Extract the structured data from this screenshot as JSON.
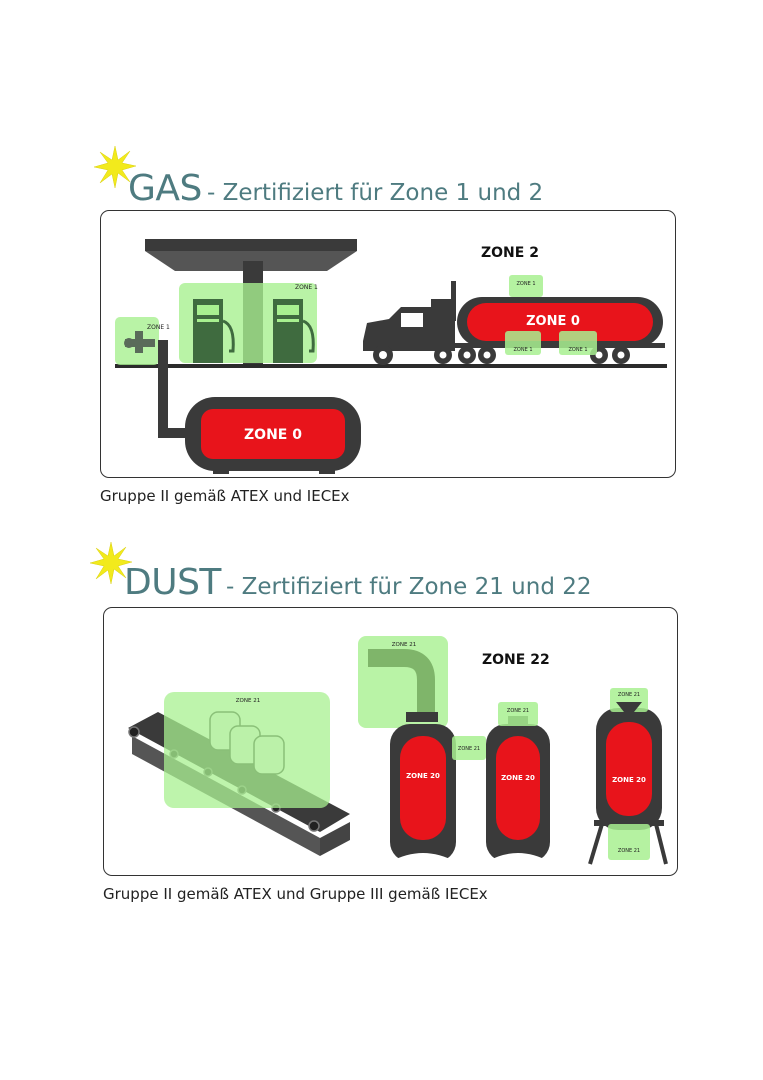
{
  "colors": {
    "heading": "#4e7b80",
    "zone0_red": "#e8141b",
    "zone_green": "#a8f090",
    "equipment_dark": "#3a3a3a",
    "flash_yellow": "#f2ea1c"
  },
  "icons": [
    "flash-icon",
    "gas-pump-icon",
    "truck-icon",
    "silo-icon",
    "conveyor-icon"
  ],
  "gas": {
    "title": "GAS",
    "subtitle": "- Zertifiziert für Zone 1 und 2",
    "zone_main": "ZONE 2",
    "tank_zone": "ZONE 0",
    "truck_zone": "ZONE 0",
    "small_zone_label": "ZONE 1",
    "caption": "Gruppe II gemäß ATEX und IECEx"
  },
  "dust": {
    "title": "DUST",
    "subtitle": "- Zertifiziert für Zone 21 und 22",
    "zone_main": "ZONE 22",
    "silo_zone": "ZONE 20",
    "small_zone_label": "ZONE 21",
    "caption": "Gruppe II gemäß ATEX und Gruppe III gemäß IECEx"
  }
}
